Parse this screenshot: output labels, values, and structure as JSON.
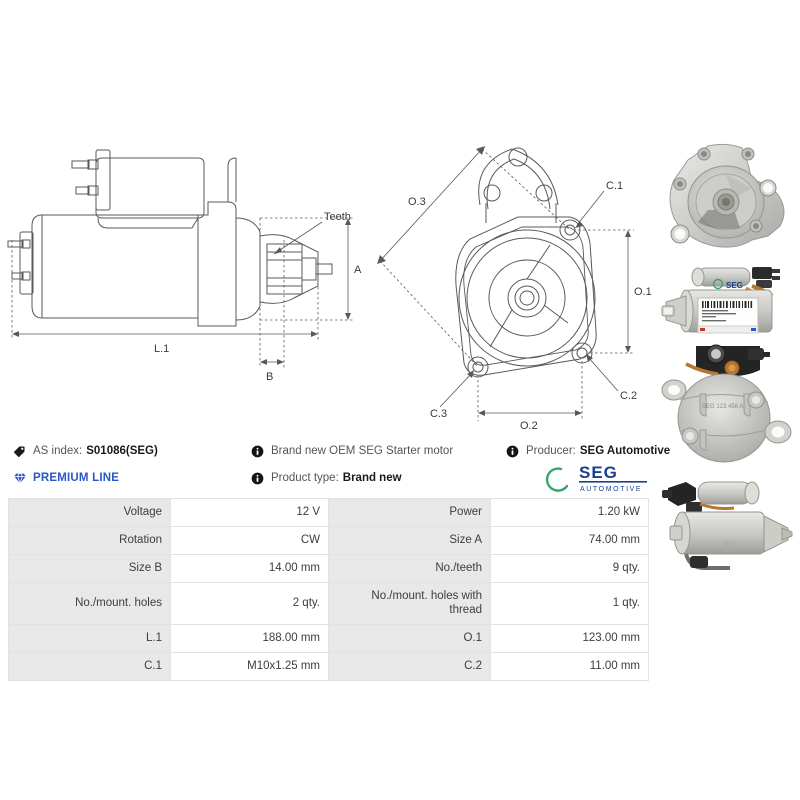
{
  "product": {
    "as_index_label": "AS index:",
    "as_index_value": "S01086(SEG)",
    "premium_label": "PREMIUM LINE",
    "description": "Brand new OEM SEG Starter motor",
    "product_type_label": "Product type:",
    "product_type_value": "Brand new",
    "producer_label": "Producer:",
    "producer_value": "SEG Automotive",
    "brand_logo_text": "SEG",
    "brand_logo_subtext": "AUTOMOTIVE"
  },
  "icons": {
    "tag": "tag-icon",
    "gem": "gem-icon",
    "info": "info-icon"
  },
  "colors": {
    "premium_blue": "#2b57c4",
    "logo_blue": "#1b3f8f",
    "logo_green": "#3aa46c",
    "table_key_bg": "#e8e8e8",
    "table_border": "#e2e2e2",
    "drawing_line": "#58595b"
  },
  "drawing_side": {
    "title": "starter-motor-side-view",
    "labels": {
      "teeth": "Teeth",
      "a": "A",
      "b": "B",
      "l1": "L.1"
    }
  },
  "drawing_front": {
    "title": "starter-motor-front-view",
    "labels": {
      "o3": "O.3",
      "o1": "O.1",
      "o2": "O.2",
      "c1": "C.1",
      "c2": "C.2",
      "c3": "C.3"
    }
  },
  "photos": [
    {
      "name": "photo-front-drive-end",
      "caption": ""
    },
    {
      "name": "photo-side-with-label",
      "caption": ""
    },
    {
      "name": "photo-rear-terminals",
      "caption": ""
    },
    {
      "name": "photo-side-profile",
      "caption": ""
    }
  ],
  "spec_table": {
    "rows": [
      {
        "k1": "Voltage",
        "v1": "12 V",
        "k2": "Power",
        "v2": "1.20 kW"
      },
      {
        "k1": "Rotation",
        "v1": "CW",
        "k2": "Size A",
        "v2": "74.00 mm"
      },
      {
        "k1": "Size B",
        "v1": "14.00 mm",
        "k2": "No./teeth",
        "v2": "9 qty."
      },
      {
        "k1": "No./mount. holes",
        "v1": "2 qty.",
        "k2": "No./mount. holes with thread",
        "v2": "1 qty."
      },
      {
        "k1": "L.1",
        "v1": "188.00 mm",
        "k2": "O.1",
        "v2": "123.00 mm"
      },
      {
        "k1": "C.1",
        "v1": "M10x1.25 mm",
        "k2": "C.2",
        "v2": "11.00 mm"
      }
    ]
  }
}
